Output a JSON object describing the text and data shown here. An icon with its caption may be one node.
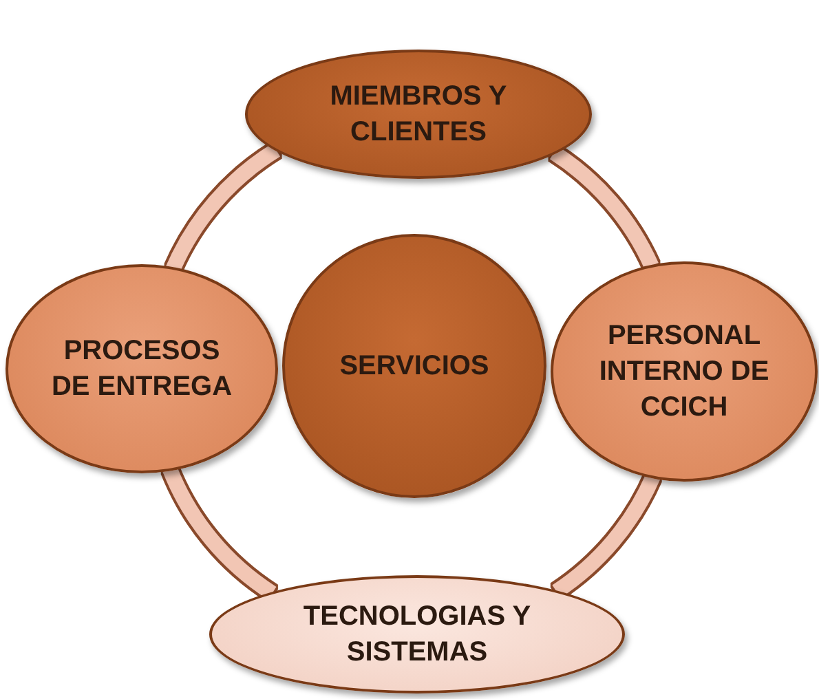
{
  "diagram": {
    "nodes": [
      {
        "text": [
          "MIEMBROS Y CLIENTES"
        ]
      },
      {
        "text": [
          "PROCESOS DE ENTREGA"
        ]
      },
      {
        "text": [
          "SERVICIOS"
        ]
      },
      {
        "text": [
          "PERSONAL INTERNO DE CCICH"
        ]
      },
      {
        "text": [
          "TECNOLOGIAS Y SISTEMAS"
        ]
      }
    ],
    "edges": [
      {
        "from": 0,
        "to": 3,
        "arrow": "none"
      },
      {
        "from": 3,
        "to": 4,
        "arrow": "none"
      },
      {
        "from": 4,
        "to": 1,
        "arrow": "none"
      },
      {
        "from": 1,
        "to": 0,
        "arrow": "none"
      }
    ]
  }
}
